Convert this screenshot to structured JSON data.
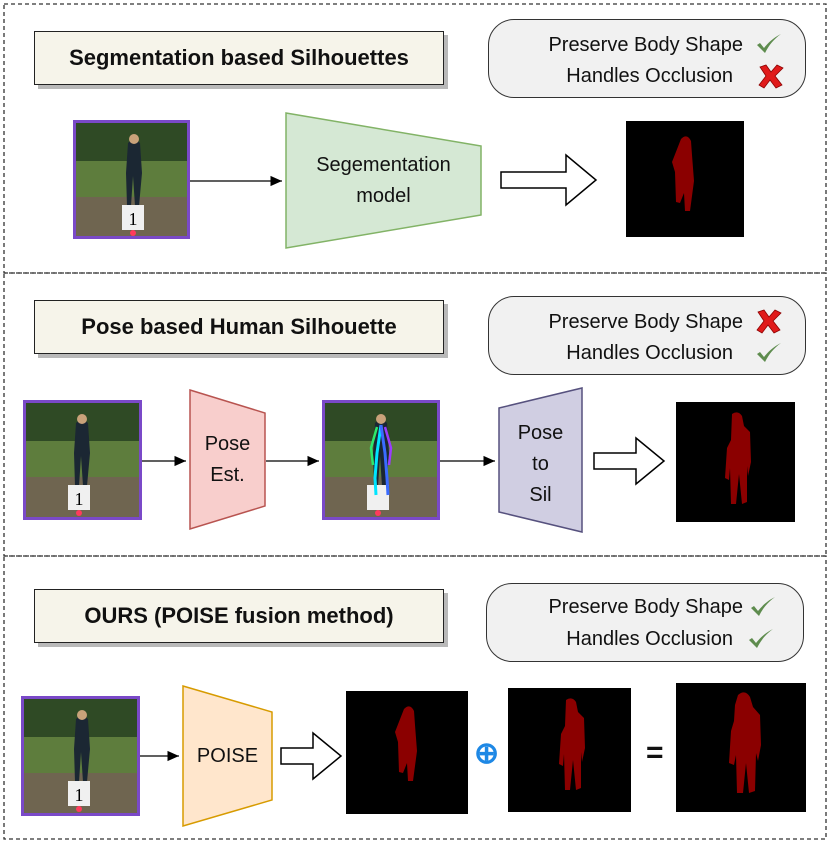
{
  "panels": [
    {
      "title": "Segmentation based Silhouettes",
      "properties": [
        {
          "label": "Preserve Body Shape",
          "status": "check"
        },
        {
          "label": "Handles Occlusion",
          "status": "cross"
        }
      ],
      "pipeline": {
        "model_label": "Segementation model",
        "output": "segmentation-silhouette"
      }
    },
    {
      "title": "Pose based Human Silhouette",
      "properties": [
        {
          "label": "Preserve Body Shape",
          "status": "cross"
        },
        {
          "label": "Handles Occlusion",
          "status": "check"
        }
      ],
      "pipeline": {
        "step1_label": "Pose Est.",
        "step2_label": "Pose to Sil",
        "output": "pose-silhouette"
      }
    },
    {
      "title": "OURS (POISE fusion method)",
      "properties": [
        {
          "label": "Preserve Body Shape",
          "status": "check"
        },
        {
          "label": "Handles Occlusion",
          "status": "check"
        }
      ],
      "pipeline": {
        "model_label": "POISE",
        "plus_symbol": "⊕",
        "equals_symbol": "="
      }
    }
  ],
  "colors": {
    "check": "#5e8c4e",
    "cross": "#e01b1b",
    "segmentation_model": "#d5e8d4",
    "pose_estimation": "#f8cecc",
    "pose_to_sil": "#d0cee2",
    "poise": "#ffe6cc",
    "silhouette": "#8b0000",
    "photo_border": "#7a49c8",
    "plus": "#1e88e5"
  }
}
